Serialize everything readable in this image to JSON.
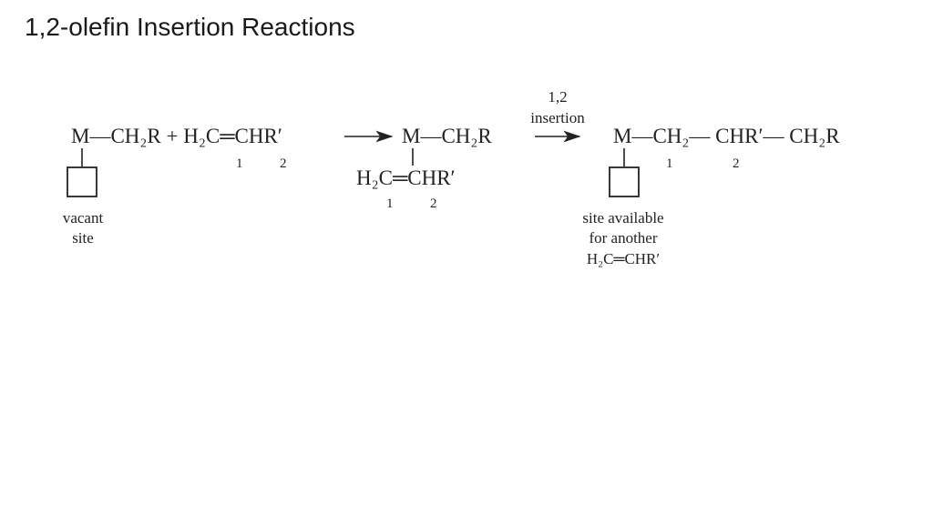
{
  "title": "1,2-olefin Insertion Reactions",
  "reactant": {
    "formula": "M—CH₂R + H₂C═CHR′",
    "numbers": [
      "1",
      "2"
    ],
    "site_label": [
      "vacant",
      "site"
    ]
  },
  "arrow1_text": "",
  "intermediate": {
    "top": "M—CH₂R",
    "olefin": "H₂C═CHR′",
    "numbers": [
      "1",
      "2"
    ]
  },
  "arrow2": {
    "label": [
      "1,2",
      "insertion"
    ]
  },
  "product": {
    "formula": "M—CH₂— CHR′— CH₂R",
    "numbers": [
      "1",
      "2"
    ],
    "site_label": [
      "site available",
      "for another",
      "H₂C═CHR′"
    ]
  }
}
